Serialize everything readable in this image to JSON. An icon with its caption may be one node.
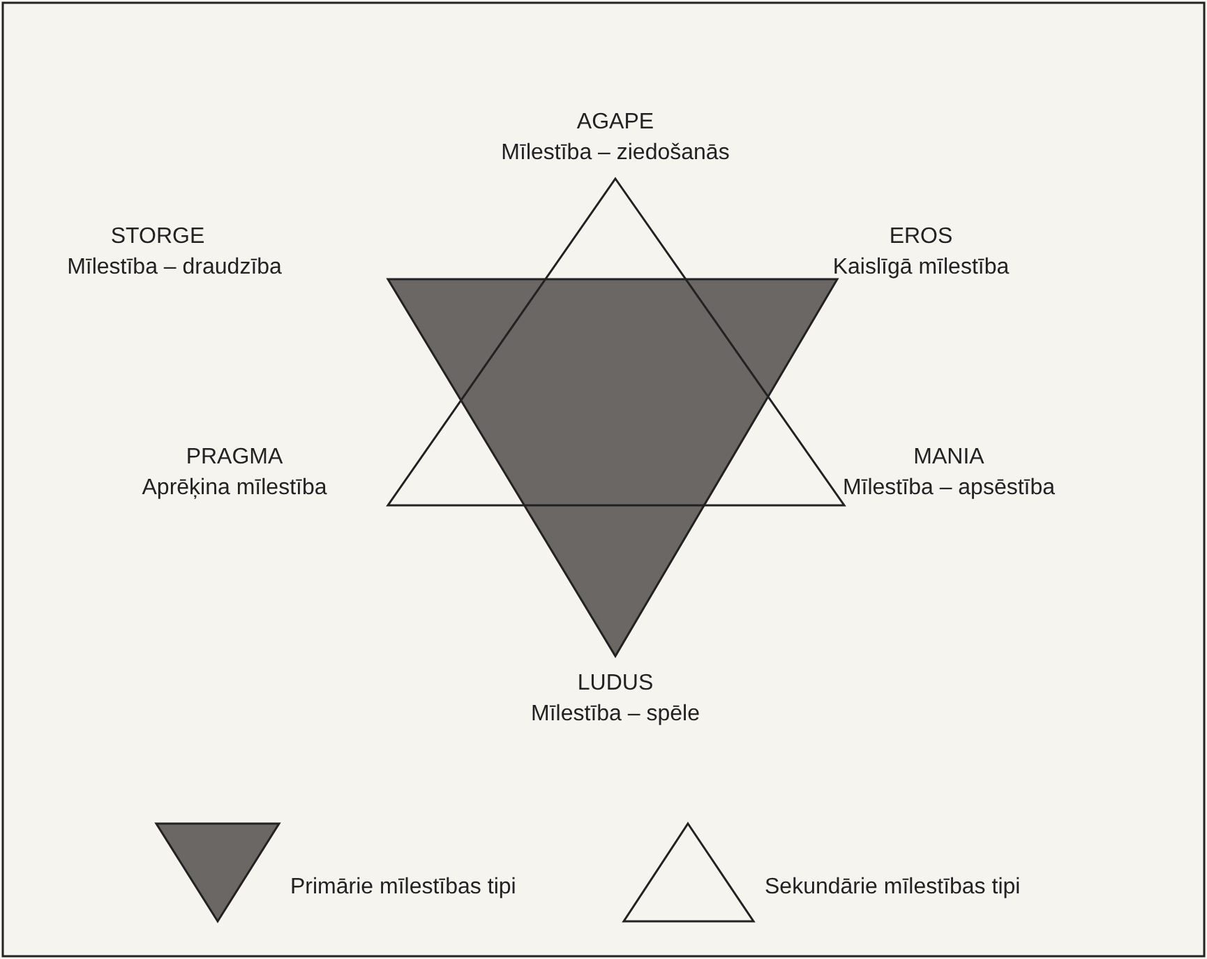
{
  "diagram": {
    "labels": [
      "AGAPE",
      "Mīlestība – ziedošanās",
      "STORGE",
      "Mīlestība – draudzība",
      "EROS",
      "Kaislīgā mīlestība",
      "PRAGMA",
      "Aprēķina mīlestība",
      "MANIA",
      "Mīlestība – apsēstība",
      "LUDUS",
      "Mīlestība – spēle"
    ],
    "legend": [
      {
        "text": "Primārie mīlestības tipi"
      },
      {
        "text": "Sekundārie mīlestības tipi"
      }
    ]
  }
}
